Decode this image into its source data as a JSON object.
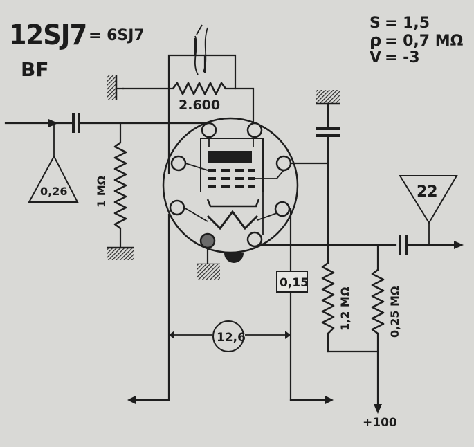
{
  "tube": {
    "name": "12SJ7",
    "equivalent": "= 6SJ7",
    "function": "BF"
  },
  "parameters": {
    "s_label": "S",
    "s_value": "= 1,5",
    "rho_label": "ρ",
    "rho_value": "= 0,7 MΩ",
    "v_label": "V",
    "v_value": "= -3"
  },
  "components": {
    "cathode_resistor": "2.600",
    "grid_resistor": "1 MΩ",
    "screen_resistor": "1,2 MΩ",
    "plate_resistor": "0,25 MΩ",
    "screen_current": "0,15",
    "heater_voltage": "12,6",
    "supply_voltage": "+100"
  },
  "gain": {
    "input": "0,26",
    "output": "22"
  },
  "colors": {
    "background": "#d9d9d6",
    "ink": "#1e1e1e"
  }
}
